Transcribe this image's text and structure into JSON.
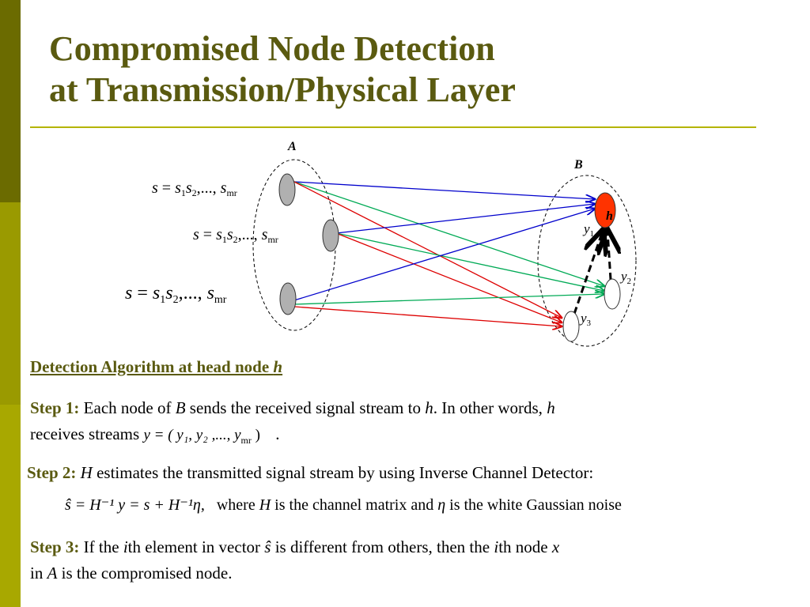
{
  "slide": {
    "title_line1": "Compromised Node Detection",
    "title_line2": "at Transmission/Physical Layer",
    "colors": {
      "title": "#5a5a10",
      "bar_dark": "#6b6b00",
      "bar_light": "#a8a800",
      "head_node": "#ff3300",
      "arrow_blue": "#0000cc",
      "arrow_green": "#00aa55",
      "arrow_red": "#dd0000"
    }
  },
  "diagram": {
    "group_a_label": "A",
    "group_b_label": "B",
    "head_label": "h",
    "stream_eq": {
      "lhs": "s",
      "eq": " = ",
      "s1": "s",
      "s1_sub": "1",
      "s2": "s",
      "s2_sub": "2",
      "dots": ",..., ",
      "smr": "s",
      "smr_sub": "mr"
    },
    "y1": {
      "var": "y",
      "sub": "1"
    },
    "y2": {
      "var": "y",
      "sub": "2"
    },
    "y3": {
      "var": "y",
      "sub": "3"
    }
  },
  "algorithm": {
    "heading": "Detection Algorithm at head node ",
    "heading_var": "h",
    "step1": {
      "label": "Step 1:",
      "t1": " Each node of ",
      "B": "B",
      "t2": " sends the received signal stream to ",
      "h1": "h",
      "t3": ". In other words, ",
      "h2": "h",
      "t4": "receives streams ",
      "eq": "y = ( y₁, y₂ ,..., y",
      "eq_sub": "mr",
      "eq_end": " )",
      "period": "."
    },
    "step2": {
      "label": "Step 2:",
      "H": "H",
      "text": " estimates the transmitted signal stream by using Inverse Channel Detector:",
      "eq": "ŝ = H⁻¹ y = s + H⁻¹η,",
      "where": "where ",
      "H2": "H",
      "mid": " is the channel matrix and ",
      "eta": "η",
      "end": " is the white Gaussian noise"
    },
    "step3": {
      "label": "Step 3:",
      "t1": " If the ",
      "i1": "i",
      "t2": "th element in vector ",
      "shat": "ŝ",
      "t3": " is different from others, then the ",
      "i2": "i",
      "t4": "th node ",
      "x": "x",
      "t5": "in ",
      "A": "A",
      "t6": " is the compromised node."
    }
  }
}
